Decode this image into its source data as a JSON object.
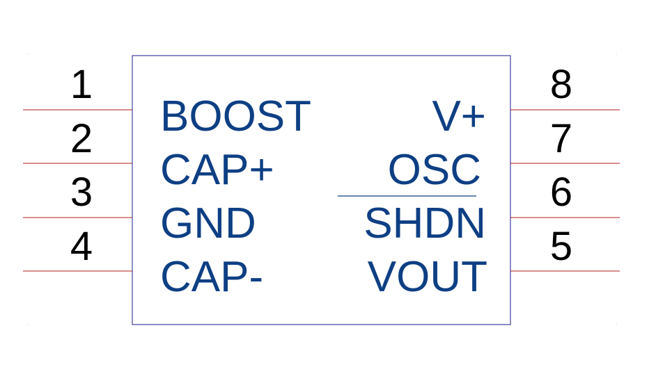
{
  "component": {
    "left_pins": [
      {
        "number": "1",
        "label": "BOOST"
      },
      {
        "number": "2",
        "label": "CAP+"
      },
      {
        "number": "3",
        "label": "GND"
      },
      {
        "number": "4",
        "label": "CAP-"
      }
    ],
    "right_pins": [
      {
        "number": "8",
        "label": "V+",
        "overbar": false
      },
      {
        "number": "7",
        "label": "OSC",
        "overbar": false
      },
      {
        "number": "6",
        "label": "SHDN",
        "overbar": true
      },
      {
        "number": "5",
        "label": "VOUT",
        "overbar": false
      }
    ]
  },
  "colors": {
    "pin_line": "#b31a1a",
    "body_outline": "#1a1a8c",
    "label_text": "#0e3f84",
    "pin_number": "#000000"
  }
}
